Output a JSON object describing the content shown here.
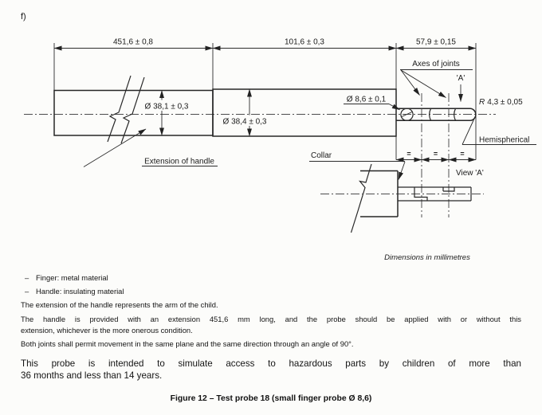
{
  "page": {
    "item_label": "f)",
    "dimensions_note": "Dimensions in millimetres",
    "figure_caption": "Figure 12 – Test probe 18 (small finger probe Ø 8,6)"
  },
  "drawing": {
    "dim_extension_length": "451,6 ± 0,8",
    "dim_handle_length": "101,6 ± 0,3",
    "dim_finger_length": "57,9 ± 0,15",
    "dia_extension": "Ø 38,1 ± 0,3",
    "dia_handle": "Ø 38,4 ± 0,3",
    "dia_finger": "Ø 8,6 ± 0,1",
    "tip_radius_prefix": "R",
    "tip_radius_value": "4,3 ± 0,05",
    "axes_of_joints": "Axes of joints",
    "view_marker": "'A'",
    "hemispherical": "Hemispherical",
    "extension_of_handle": "Extension of handle",
    "collar": "Collar",
    "view_a": "View 'A'",
    "equal_spacing": [
      "=",
      "=",
      "="
    ]
  },
  "notes": {
    "bullets": [
      {
        "dash": "–",
        "text": "Finger: metal material"
      },
      {
        "dash": "–",
        "text": "Handle: insulating material"
      }
    ],
    "para_arm": "The extension of the handle represents the arm of the child.",
    "para_extension_line1": "The handle is provided with an extension 451,6 mm long, and the probe should be applied with or without this",
    "para_extension_line2": "extension, whichever is the more onerous condition.",
    "para_joints": "Both joints shall permit movement in the same plane and the same direction through an angle of 90°.",
    "para_intent_line1": "This probe is intended to simulate access to hazardous parts by children of more than",
    "para_intent_line2": "36 months and less than 14 years."
  }
}
